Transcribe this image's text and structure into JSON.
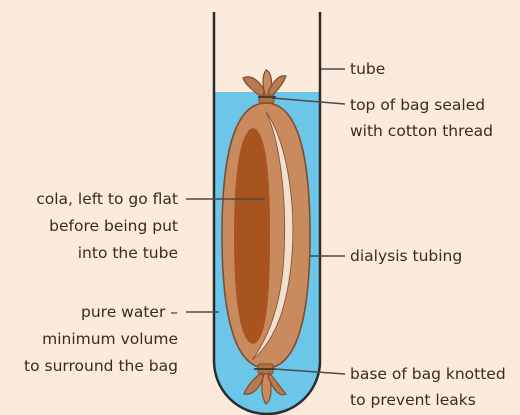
{
  "labels": {
    "tube": "tube",
    "top_line1": "top of bag sealed",
    "top_line2": "with cotton thread",
    "dialysis": "dialysis tubing",
    "base_line1": "base of bag knotted",
    "base_line2": "to prevent leaks",
    "cola_line1": "cola, left to go flat",
    "cola_line2": "before being put",
    "cola_line3": "into the tube",
    "water_line1": "pure water –",
    "water_line2": "minimum volume",
    "water_line3": "to surround the bag"
  },
  "colors": {
    "background": "#fcebdc",
    "water": "#6cc6ea",
    "tube_outline": "#2b2b2b",
    "bag": "#c98a5e",
    "cola": "#a8541f",
    "leader_line": "#4a4a4a"
  }
}
